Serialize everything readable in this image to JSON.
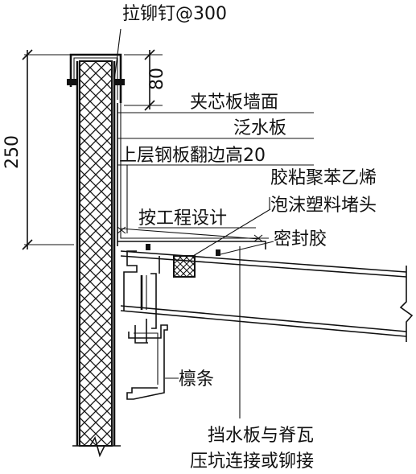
{
  "labels": {
    "rivet": "拉铆钉@300",
    "sandwich_wall": "夹芯板墙面",
    "flashing": "泛水板",
    "upper_flange": "上层钢板翻边高20",
    "foam_plug_line1": "胶粘聚苯乙烯",
    "foam_plug_line2": "泡沫塑料堵头",
    "per_design": "按工程设计",
    "sealant": "密封胶",
    "purlin": "檩条",
    "note_line1": "挡水板与脊瓦",
    "note_line2": "压坑连接或铆接"
  },
  "dimensions": {
    "height_total": "250",
    "height_top": "80"
  }
}
